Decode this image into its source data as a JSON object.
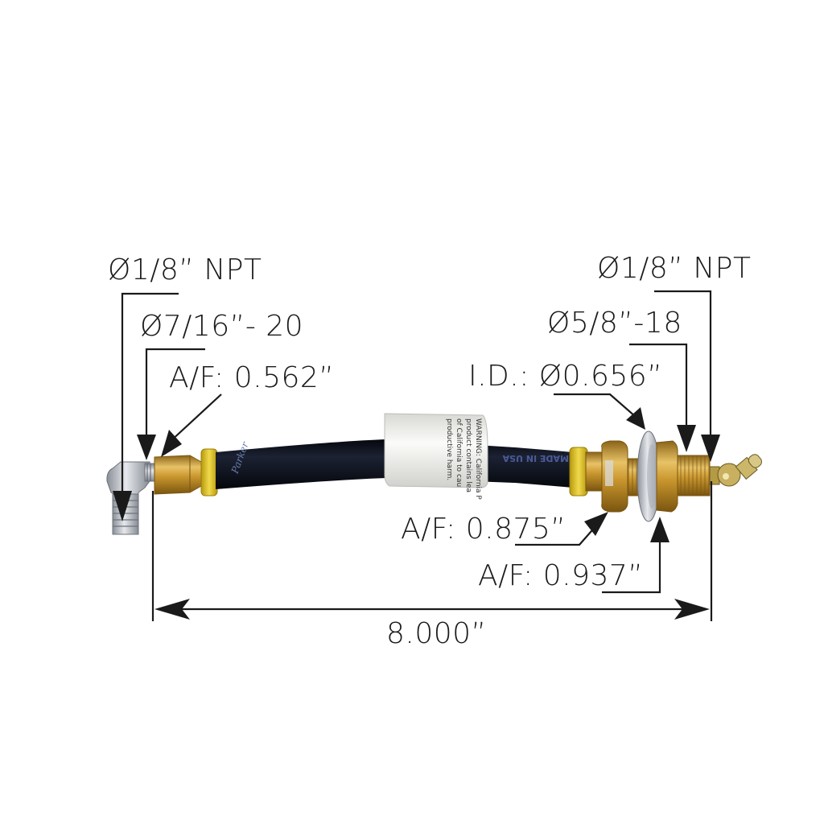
{
  "diagram": {
    "subject": "hose assembly with elbow and bulkhead fittings",
    "colors": {
      "background": "#ffffff",
      "line": "#1a1a1a",
      "hose": "#101522",
      "brass": "#c9962e",
      "brass_dark": "#8a6418",
      "brass_light": "#e8c266",
      "steel": "#b8bcc4",
      "steel_dark": "#7d828b",
      "yellow_collar": "#e3c92a",
      "label_sleeve": "#f4f4f2"
    },
    "callouts": {
      "left_npt": "Ø1/8” NPT",
      "left_thread": "Ø7/16”- 20",
      "left_af": "A/F: 0.562”",
      "right_npt": "Ø1/8” NPT",
      "right_thread": "Ø5/8”-18",
      "right_id": "I.D.: Ø0.656”",
      "right_af_nut": "A/F: 0.875”",
      "right_af_body": "A/F: 0.937”"
    },
    "overall_length": "8.000”",
    "hose_print": {
      "made_in": "MADE IN USA",
      "warning_lines": [
        "WARNING: California P",
        "product contains lea",
        "of California to cau",
        "productive harm."
      ]
    }
  }
}
